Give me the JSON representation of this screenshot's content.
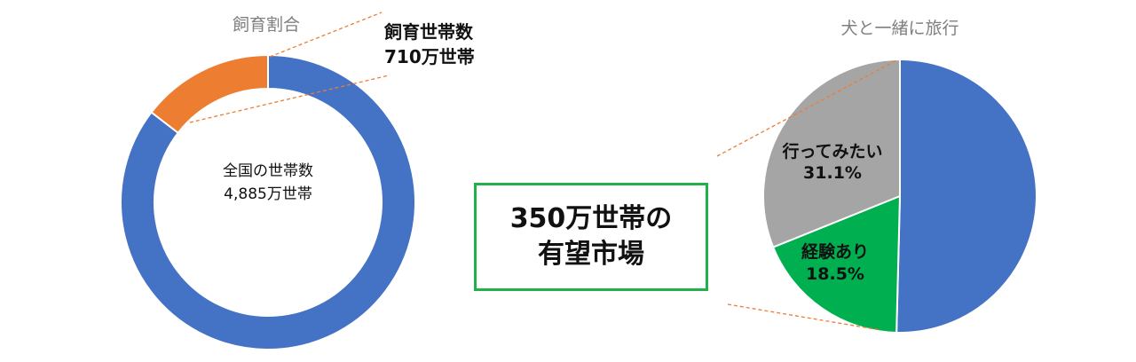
{
  "colors": {
    "blue": "#4472c4",
    "orange": "#ed7d31",
    "green": "#00b050",
    "gray": "#a5a5a5",
    "box_border": "#22b04b",
    "leader_line": "#ed7d31"
  },
  "chart_data": [
    {
      "type": "pie",
      "style": "donut",
      "title": "飼育割合",
      "slices": [
        {
          "label": "全国の世帯数 4,885万世帯",
          "value": 4175,
          "color": "#4472c4"
        },
        {
          "label": "飼育世帯数 710万世帯",
          "value": 710,
          "color": "#ed7d31"
        }
      ],
      "annotations": {
        "center_line1": "全国の世帯数",
        "center_line2": "4,885万世帯",
        "callout_line1": "飼育世帯数",
        "callout_line2": "710万世帯"
      }
    },
    {
      "type": "pie",
      "title": "犬と一緒に旅行",
      "slices": [
        {
          "label": "",
          "value": 50.4,
          "color": "#4472c4"
        },
        {
          "label": "経験あり 18.5%",
          "value": 18.5,
          "color": "#00b050"
        },
        {
          "label": "行ってみたい 31.1%",
          "value": 31.1,
          "color": "#a5a5a5"
        }
      ],
      "annotations": {
        "experienced_label": "経験あり",
        "experienced_value": "18.5%",
        "want_label": "行ってみたい",
        "want_value": "31.1%"
      }
    }
  ],
  "box": {
    "line1": "350万世帯の",
    "line2": "有望市場"
  }
}
